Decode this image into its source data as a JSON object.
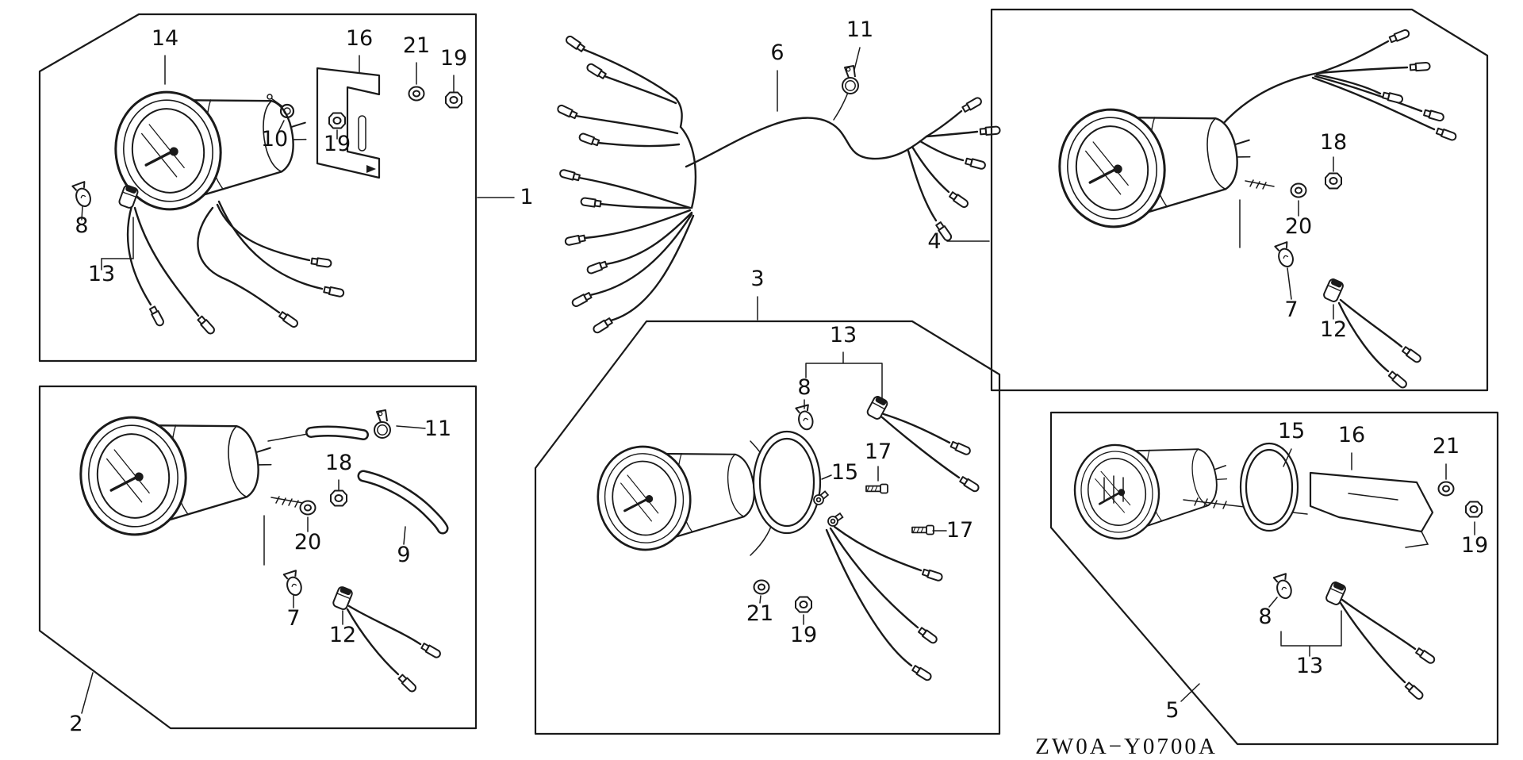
{
  "drawing": {
    "code": "ZW0A−Y0700A",
    "line_color": "#1a1a1a",
    "background": "#ffffff"
  },
  "callouts": {
    "p1": {
      "n14": "14",
      "n16": "16",
      "n21": "21",
      "n19a": "19",
      "n10": "10",
      "n19b": "19",
      "n8": "8",
      "n13": "13",
      "num": "1"
    },
    "p2": {
      "n11": "11",
      "n18": "18",
      "n20": "20",
      "n9": "9",
      "n7": "7",
      "n12": "12",
      "num": "2"
    },
    "harness": {
      "n6": "6",
      "n11": "11"
    },
    "p3": {
      "n13": "13",
      "n8": "8",
      "n15": "15",
      "n17a": "17",
      "n17b": "17",
      "n21": "21",
      "n19": "19",
      "num": "3"
    },
    "p4": {
      "n18": "18",
      "n20": "20",
      "n7": "7",
      "n12": "12",
      "num": "4"
    },
    "p5": {
      "n15": "15",
      "n16": "16",
      "n21": "21",
      "n19": "19",
      "n8": "8",
      "n13": "13",
      "num": "5"
    }
  }
}
